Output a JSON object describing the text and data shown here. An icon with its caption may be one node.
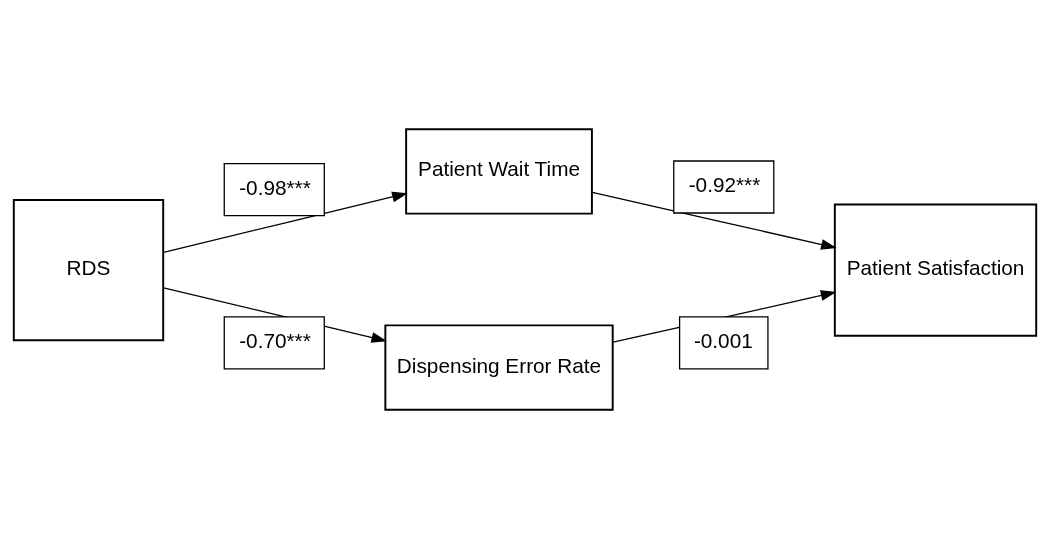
{
  "diagram": {
    "nodes": [
      {
        "text": [
          "Patient Wait Time"
        ]
      },
      {
        "text": [
          "RDS"
        ]
      },
      {
        "text": [
          "Patient Satisfaction"
        ]
      },
      {
        "text": [
          "Dispensing Error Rate"
        ]
      }
    ],
    "edges": [
      {
        "from": 1,
        "to": 0,
        "arrow": "to",
        "label": "-0.98***"
      },
      {
        "from": 0,
        "to": 2,
        "arrow": "to",
        "label": "-0.92***"
      },
      {
        "from": 1,
        "to": 3,
        "arrow": "to",
        "label": "-0.70***"
      },
      {
        "from": 3,
        "to": 2,
        "arrow": "to",
        "label": "-0.001"
      }
    ]
  }
}
